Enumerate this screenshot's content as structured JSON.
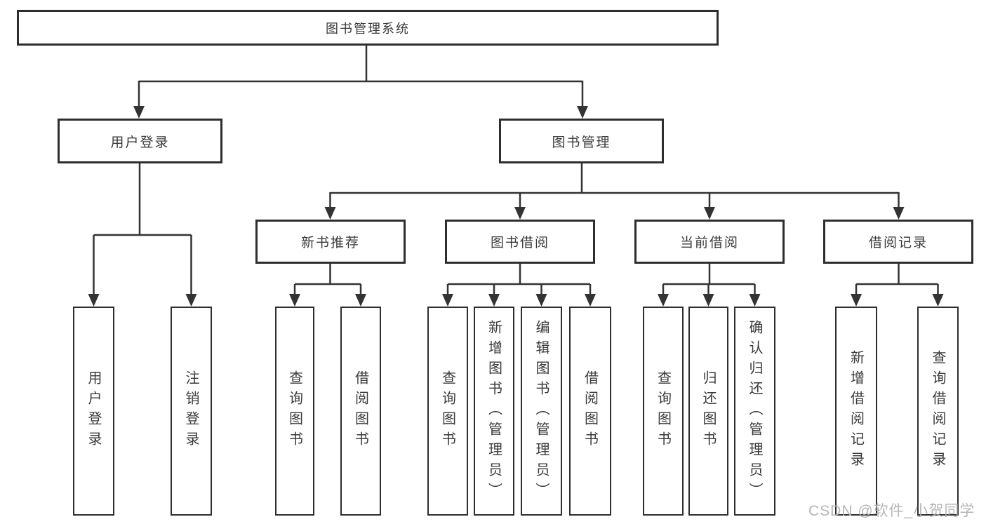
{
  "tree": {
    "label": "图书管理系统",
    "children": [
      {
        "label": "用户登录",
        "children": [
          {
            "label": "用户登录"
          },
          {
            "label": "注销登录"
          }
        ]
      },
      {
        "label": "图书管理",
        "children": [
          {
            "label": "新书推荐",
            "children": [
              {
                "label": "查询图书"
              },
              {
                "label": "借阅图书"
              }
            ]
          },
          {
            "label": "图书借阅",
            "children": [
              {
                "label": "查询图书"
              },
              {
                "label": "新增图书（管理员）"
              },
              {
                "label": "编辑图书（管理员）"
              },
              {
                "label": "借阅图书"
              }
            ]
          },
          {
            "label": "当前借阅",
            "children": [
              {
                "label": "查询图书"
              },
              {
                "label": "归还图书"
              },
              {
                "label": "确认归还（管理员）"
              }
            ]
          },
          {
            "label": "借阅记录",
            "children": [
              {
                "label": "新增借阅记录"
              },
              {
                "label": "查询借阅记录"
              }
            ]
          }
        ]
      }
    ]
  },
  "watermark": {
    "text": "CSDN @软件_小贺同学"
  },
  "colors": {
    "line": "#333333",
    "box_border": "#2e2e2e",
    "text": "#3a3a3a",
    "watermark": "#b0b0b0",
    "background": "#ffffff"
  }
}
